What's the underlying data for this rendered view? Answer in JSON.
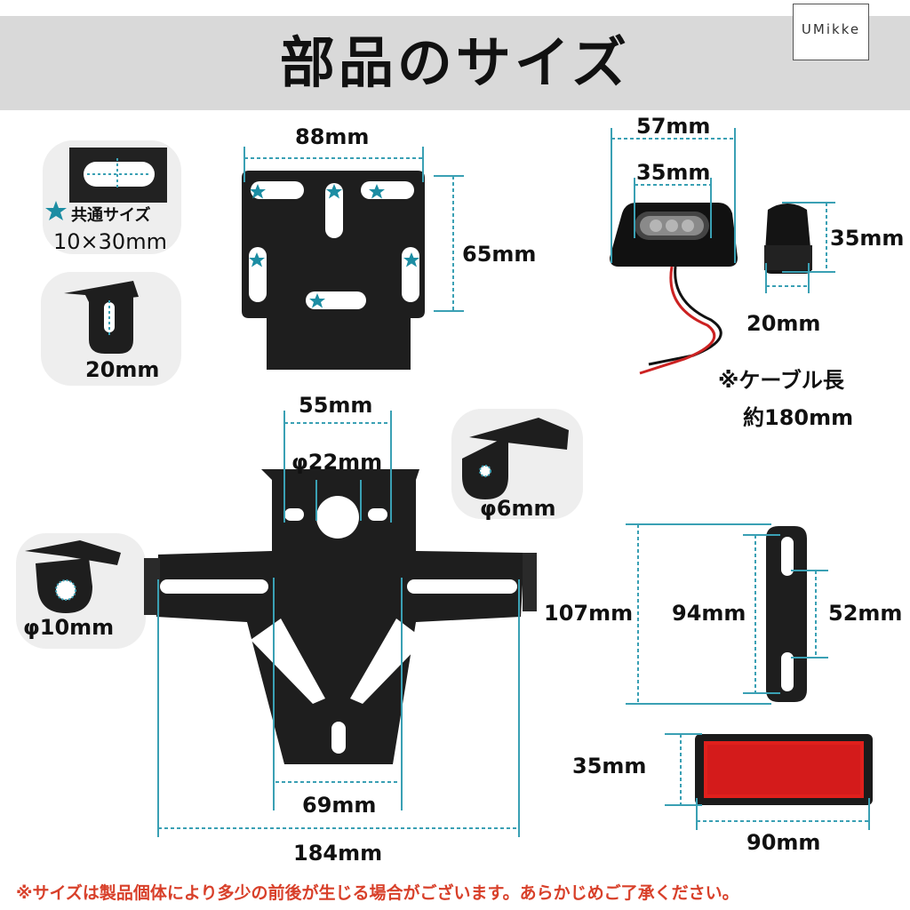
{
  "header": {
    "title": "部品のサイズ"
  },
  "brand": {
    "logo_text": "UMikke"
  },
  "common_slot": {
    "star_label": "共通サイズ",
    "size": "10×30mm"
  },
  "bracket_small": {
    "size": "20mm"
  },
  "plate_top": {
    "width": "88mm",
    "height": "65mm"
  },
  "light": {
    "width_outer": "57mm",
    "width_inner": "35mm",
    "height": "35mm",
    "depth": "20mm",
    "cable_note": "※ケーブル長",
    "cable_length": "約180mm"
  },
  "main_bracket": {
    "top_width": "55mm",
    "hole_diameter": "φ22mm",
    "lower_width": "69mm",
    "total_width": "184mm"
  },
  "small_hole": {
    "size": "φ6mm"
  },
  "large_hole": {
    "size": "φ10mm"
  },
  "strip": {
    "total": "107mm",
    "hole_span": "94mm",
    "inner": "52mm"
  },
  "reflector": {
    "height": "35mm",
    "width": "90mm",
    "color": "#e0201c"
  },
  "footer": {
    "note": "※サイズは製品個体により多少の前後が生じる場合がございます。あらかじめご了承ください。"
  },
  "colors": {
    "accent": "#3aa0b4",
    "metal": "#1e1e1e"
  }
}
